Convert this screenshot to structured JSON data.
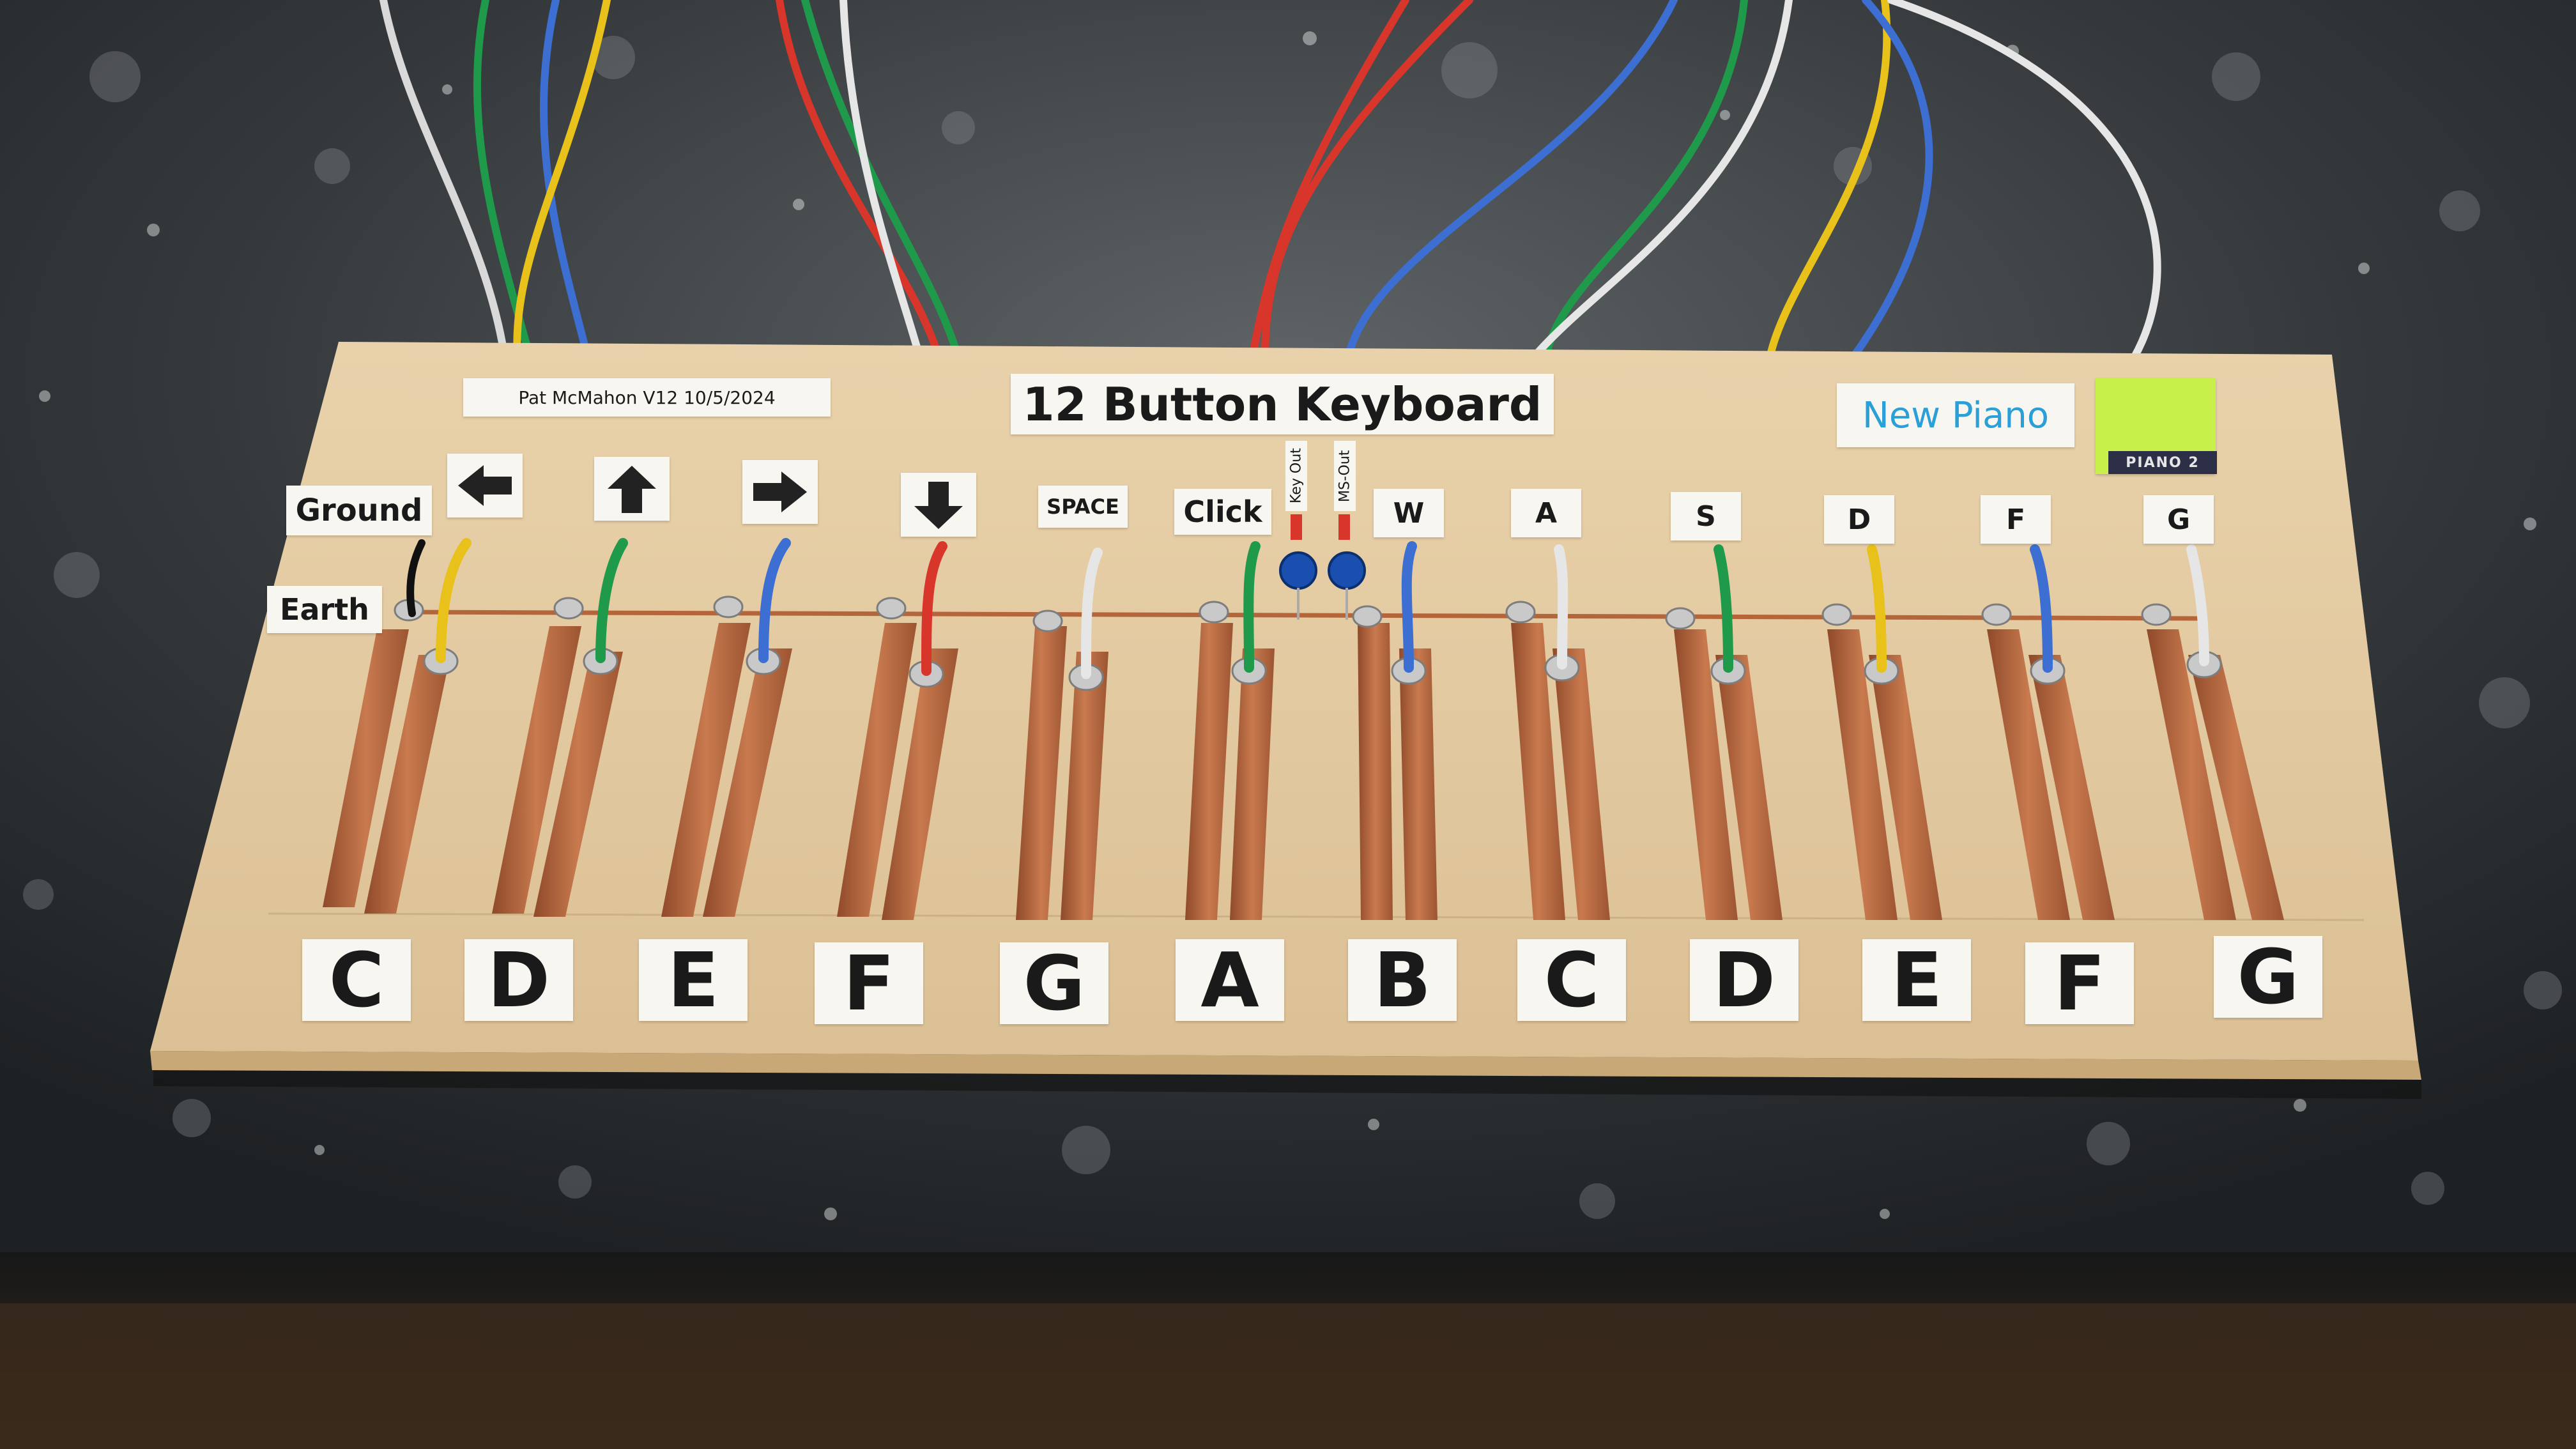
{
  "board": {
    "credit": "Pat McMahon V12   10/5/2024",
    "title": "12 Button Keyboard",
    "brand": "New Piano",
    "logo_caption": "PIANO 2",
    "ground_label": "Ground",
    "earth_label": "Earth",
    "led_labels": [
      "Key Out",
      "MS-Out"
    ]
  },
  "control_keys": [
    {
      "kind": "arrow",
      "icon": "left-arrow-icon"
    },
    {
      "kind": "arrow",
      "icon": "up-arrow-icon"
    },
    {
      "kind": "arrow",
      "icon": "right-arrow-icon"
    },
    {
      "kind": "arrow",
      "icon": "down-arrow-icon"
    },
    {
      "kind": "text",
      "label": "SPACE"
    },
    {
      "kind": "text",
      "label": "Click"
    },
    {
      "kind": "text",
      "label": "W"
    },
    {
      "kind": "text",
      "label": "A"
    },
    {
      "kind": "text",
      "label": "S"
    },
    {
      "kind": "text",
      "label": "D"
    },
    {
      "kind": "text",
      "label": "F"
    },
    {
      "kind": "text",
      "label": "G"
    }
  ],
  "notes": [
    "C",
    "D",
    "E",
    "F",
    "G",
    "A",
    "B",
    "C",
    "D",
    "E",
    "F",
    "G"
  ],
  "wire_colors": [
    "#e8c21a",
    "#1f9a4a",
    "#3c6fd1",
    "#d8362a",
    "#e6e6e6",
    "#1f9a4a",
    "#3c6fd1",
    "#e6e6e6",
    "#1f9a4a",
    "#e8c21a",
    "#3c6fd1",
    "#e6e6e6"
  ],
  "colors": {
    "wood": "#e6cda4",
    "copper": "#b8693f",
    "counter": "#2a2d30",
    "led": "#1a4fb0"
  }
}
